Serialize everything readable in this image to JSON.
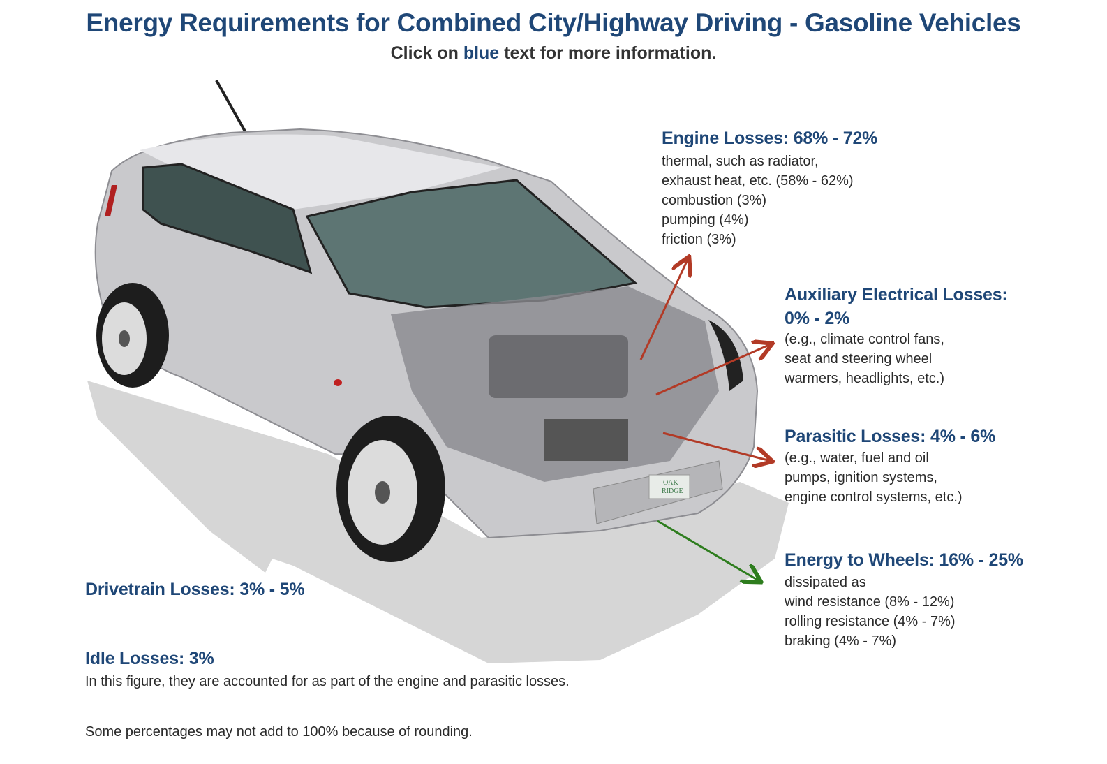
{
  "header": {
    "title": "Energy Requirements for Combined City/Highway Driving - Gasoline Vehicles",
    "subtitle_before": "Click on ",
    "subtitle_link": "blue",
    "subtitle_after": " text for more information."
  },
  "callouts": {
    "engine": {
      "heading": "Engine Losses: 68% - 72%",
      "lines": [
        "thermal, such as radiator,",
        "exhaust heat, etc. (58% - 62%)",
        "combustion (3%)",
        "pumping (4%)",
        "friction (3%)"
      ]
    },
    "auxiliary": {
      "heading_1": "Auxiliary Electrical Losses:",
      "heading_2": "0% - 2%",
      "lines": [
        "(e.g., climate control fans,",
        "seat and steering wheel",
        "warmers, headlights, etc.)"
      ]
    },
    "parasitic": {
      "heading": "Parasitic Losses: 4% - 6%",
      "lines": [
        "(e.g., water, fuel and oil",
        "pumps, ignition systems,",
        "engine control systems, etc.)"
      ]
    },
    "wheels": {
      "heading": "Energy to Wheels: 16% - 25%",
      "lines": [
        "dissipated as",
        "wind resistance (8% - 12%)",
        "rolling resistance (4% - 7%)",
        "braking (4% - 7%)"
      ]
    },
    "drivetrain": {
      "heading": "Drivetrain Losses: 3% - 5%"
    },
    "idle": {
      "heading": "Idle Losses: 3%",
      "lines": [
        "In this figure, they are accounted for as part of the engine and parasitic losses."
      ]
    }
  },
  "footnote": "Some percentages may not add to 100% because of rounding.",
  "logo": {
    "line1": "OAK",
    "line2": "RIDGE"
  },
  "colors": {
    "heading_blue": "#1f4777",
    "loss_arrow": "#b23a26",
    "wheels_arrow": "#2e7d1e"
  }
}
